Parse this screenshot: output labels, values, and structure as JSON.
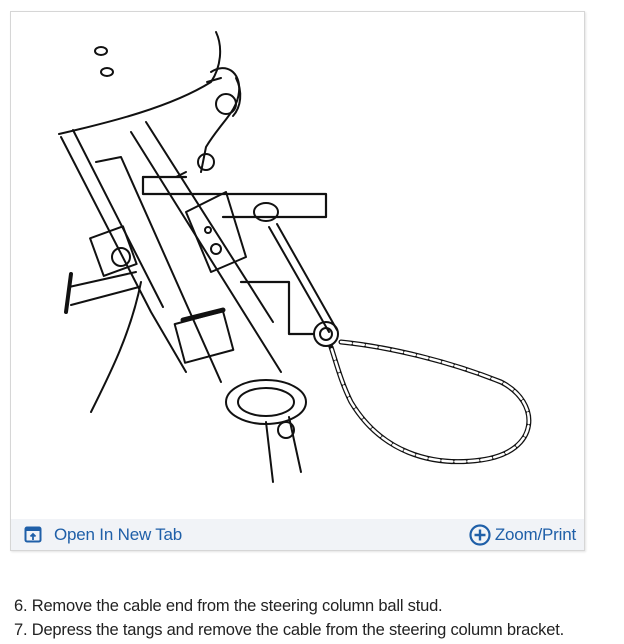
{
  "figure": {
    "illustration": {
      "subject": "steering column with shift cable and bracket (line drawing)",
      "callout_boxes": 2
    },
    "toolbar": {
      "open_new_tab": {
        "label": "Open In New Tab",
        "icon": "open-in-new-tab-icon"
      },
      "zoom_print": {
        "label": "Zoom/Print",
        "icon": "plus-circle-icon"
      }
    },
    "colors": {
      "link": "#1f5fa8",
      "toolbar_bg": "#f1f3f7",
      "border": "#d6d6d6",
      "text": "#222222"
    }
  },
  "steps": [
    {
      "text": "6. Remove the cable end from the steering column ball stud."
    },
    {
      "text": "7. Depress the tangs and remove the cable from the steering column bracket."
    }
  ]
}
